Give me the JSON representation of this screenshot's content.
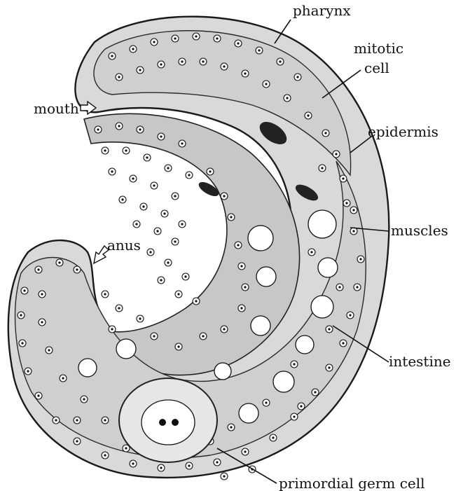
{
  "labels": {
    "pharynx": "pharynx",
    "mitotic_line1": "mitotic",
    "mitotic_line2": "cell",
    "epidermis": "epidermis",
    "muscles": "muscles",
    "intestine": "intestine",
    "primordial": "primordial germ cell",
    "mouth": "mouth",
    "anus": "anus"
  },
  "colors": {
    "ink": "#111111",
    "tissue": "#d9d9d9",
    "background": "#ffffff"
  }
}
